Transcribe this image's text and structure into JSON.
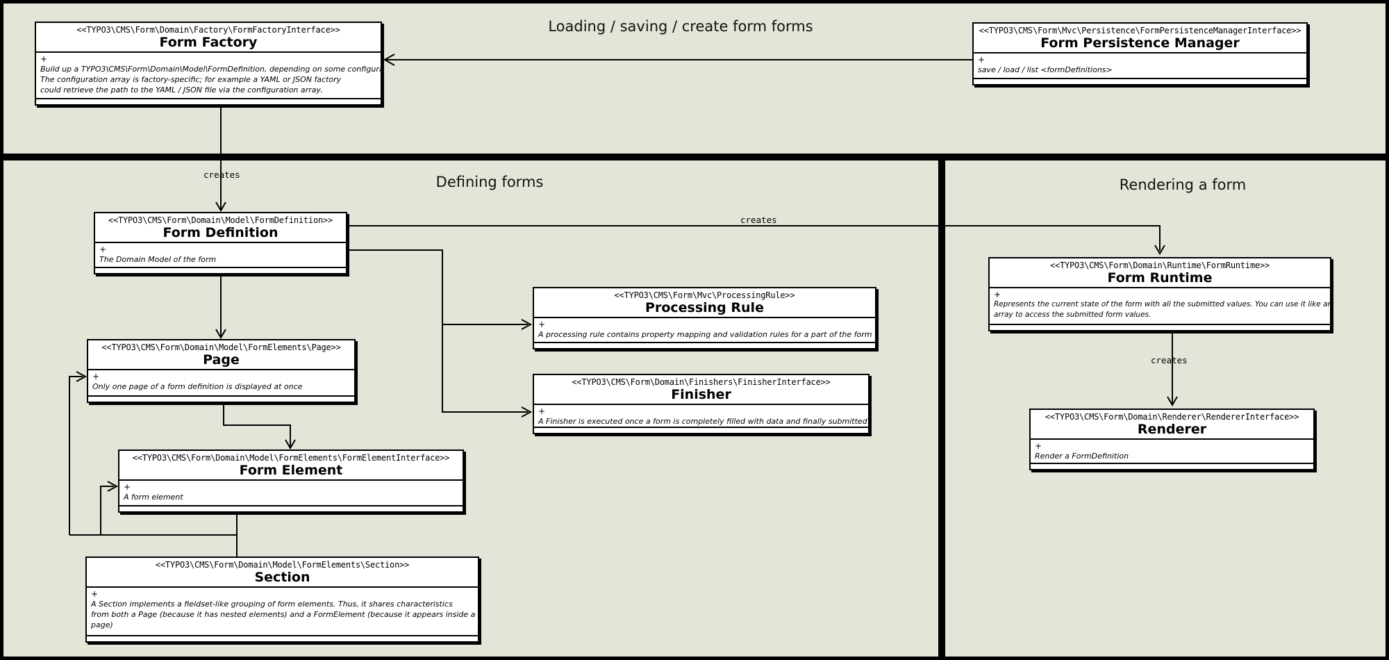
{
  "colors": {
    "background": "#e3e5d8",
    "box_bg": "#ffffff",
    "line": "#000000"
  },
  "panels": {
    "loading": {
      "title": "Loading / saving / create form forms"
    },
    "defining": {
      "title": "Defining forms"
    },
    "rendering": {
      "title": "Rendering a form"
    }
  },
  "labels": {
    "creates": "creates"
  },
  "classes": {
    "form_factory": {
      "stereotype": "<<TYPO3\\CMS\\Form\\Domain\\Factory\\FormFactoryInterface>>",
      "name": "Form Factory",
      "visibility": "+",
      "description": "Build up a TYPO3\\CMS\\Form\\Domain\\Model\\FormDefinition, depending on some configuration.\nThe configuration array is factory-specific; for example a YAML or JSON factory\ncould retrieve the path to the YAML / JSON file via the configuration array."
    },
    "form_persistence_manager": {
      "stereotype": "<<TYPO3\\CMS\\Form\\Mvc\\Persistence\\FormPersistenceManagerInterface>>",
      "name": "Form Persistence Manager",
      "visibility": "+",
      "description": "save / load / list <formDefinitions>"
    },
    "form_definition": {
      "stereotype": "<<TYPO3\\CMS\\Form\\Domain\\Model\\FormDefinition>>",
      "name": "Form Definition",
      "visibility": "+",
      "description": "The Domain Model of the form"
    },
    "page": {
      "stereotype": "<<TYPO3\\CMS\\Form\\Domain\\Model\\FormElements\\Page>>",
      "name": "Page",
      "visibility": "+",
      "description": "Only one page of a form definition is displayed at once"
    },
    "form_element": {
      "stereotype": "<<TYPO3\\CMS\\Form\\Domain\\Model\\FormElements\\FormElementInterface>>",
      "name": "Form Element",
      "visibility": "+",
      "description": "A form element"
    },
    "section": {
      "stereotype": "<<TYPO3\\CMS\\Form\\Domain\\Model\\FormElements\\Section>>",
      "name": "Section",
      "visibility": "+",
      "description": "A Section implements a fieldset-like grouping of form elements. Thus, it shares characteristics\nfrom both a Page (because it has nested elements) and a FormElement (because it appears inside a\npage)"
    },
    "processing_rule": {
      "stereotype": "<<TYPO3\\CMS\\Form\\Mvc\\ProcessingRule>>",
      "name": "Processing Rule",
      "visibility": "+",
      "description": "A processing rule contains property mapping and validation rules for a part of the form"
    },
    "finisher": {
      "stereotype": "<<TYPO3\\CMS\\Form\\Domain\\Finishers\\FinisherInterface>>",
      "name": "Finisher",
      "visibility": "+",
      "description": "A Finisher is executed once a form is completely filled with data and finally submitted"
    },
    "form_runtime": {
      "stereotype": "<<TYPO3\\CMS\\Form\\Domain\\Runtime\\FormRuntime>>",
      "name": "Form Runtime",
      "visibility": "+",
      "description": "Represents the current state of the form with all the submitted values. You can use it like an\narray to access the submitted form values."
    },
    "renderer": {
      "stereotype": "<<TYPO3\\CMS\\Form\\Domain\\Renderer\\RendererInterface>>",
      "name": "Renderer",
      "visibility": "+",
      "description": "Render a FormDefinition"
    }
  }
}
